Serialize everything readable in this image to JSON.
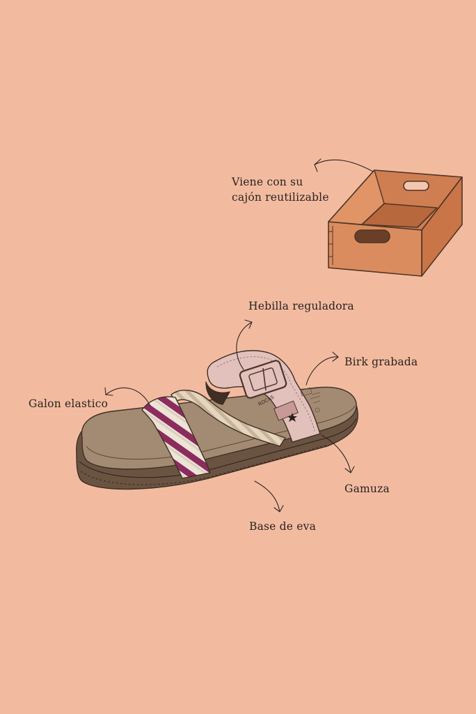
{
  "colors": {
    "background": "#F2BBA0",
    "box_wood": "#D9885A",
    "box_wood_dark": "#C47445",
    "box_outline": "#5A3A2A",
    "sole": "#6B5544",
    "footbed": "#A08870",
    "braid_light": "#E9DCC8",
    "woven_purple": "#8A2E5C",
    "suede_pink": "#E3C2BE"
  },
  "annotations": {
    "box": {
      "line1": "Viene con su",
      "line2": "cajón reutilizable"
    },
    "buckle": "Hebilla reguladora",
    "birk": "Birk grabada",
    "elastic": "Galon elastico",
    "suede": "Gamuza",
    "base": "Base de eva"
  },
  "buckle_stamp": "ROCAS"
}
